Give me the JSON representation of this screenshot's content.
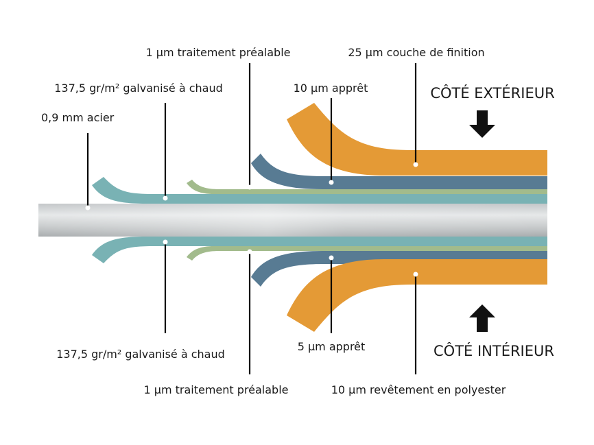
{
  "labels": {
    "top_pretreatment": "1 µm traitement préalable",
    "top_finish": "25 µm couche de finition",
    "top_galvanized": "137,5 gr/m² galvanisé à chaud",
    "top_primer": "10 µm apprêt",
    "steel": "0,9 mm  acier",
    "bottom_galvanized": "137,5 gr/m² galvanisé à chaud",
    "bottom_primer": "5 µm apprêt",
    "bottom_pretreatment": "1 µm traitement préalable",
    "bottom_polyester": "10 µm revêtement en polyester"
  },
  "sides": {
    "exterior": "CÔTÉ EXTÉRIEUR",
    "interior": "CÔTÉ INTÉRIEUR"
  },
  "colors": {
    "finish": "#E49A36",
    "primer": "#587B93",
    "pretreatment": "#A2BB8C",
    "galvanized": "#79B2B4",
    "steel_light": "#E2E4E5",
    "steel_dark": "#A9ADAF",
    "leader": "#000000"
  },
  "icons": {
    "exterior_arrow": "arrow-down-icon",
    "interior_arrow": "arrow-up-icon"
  }
}
